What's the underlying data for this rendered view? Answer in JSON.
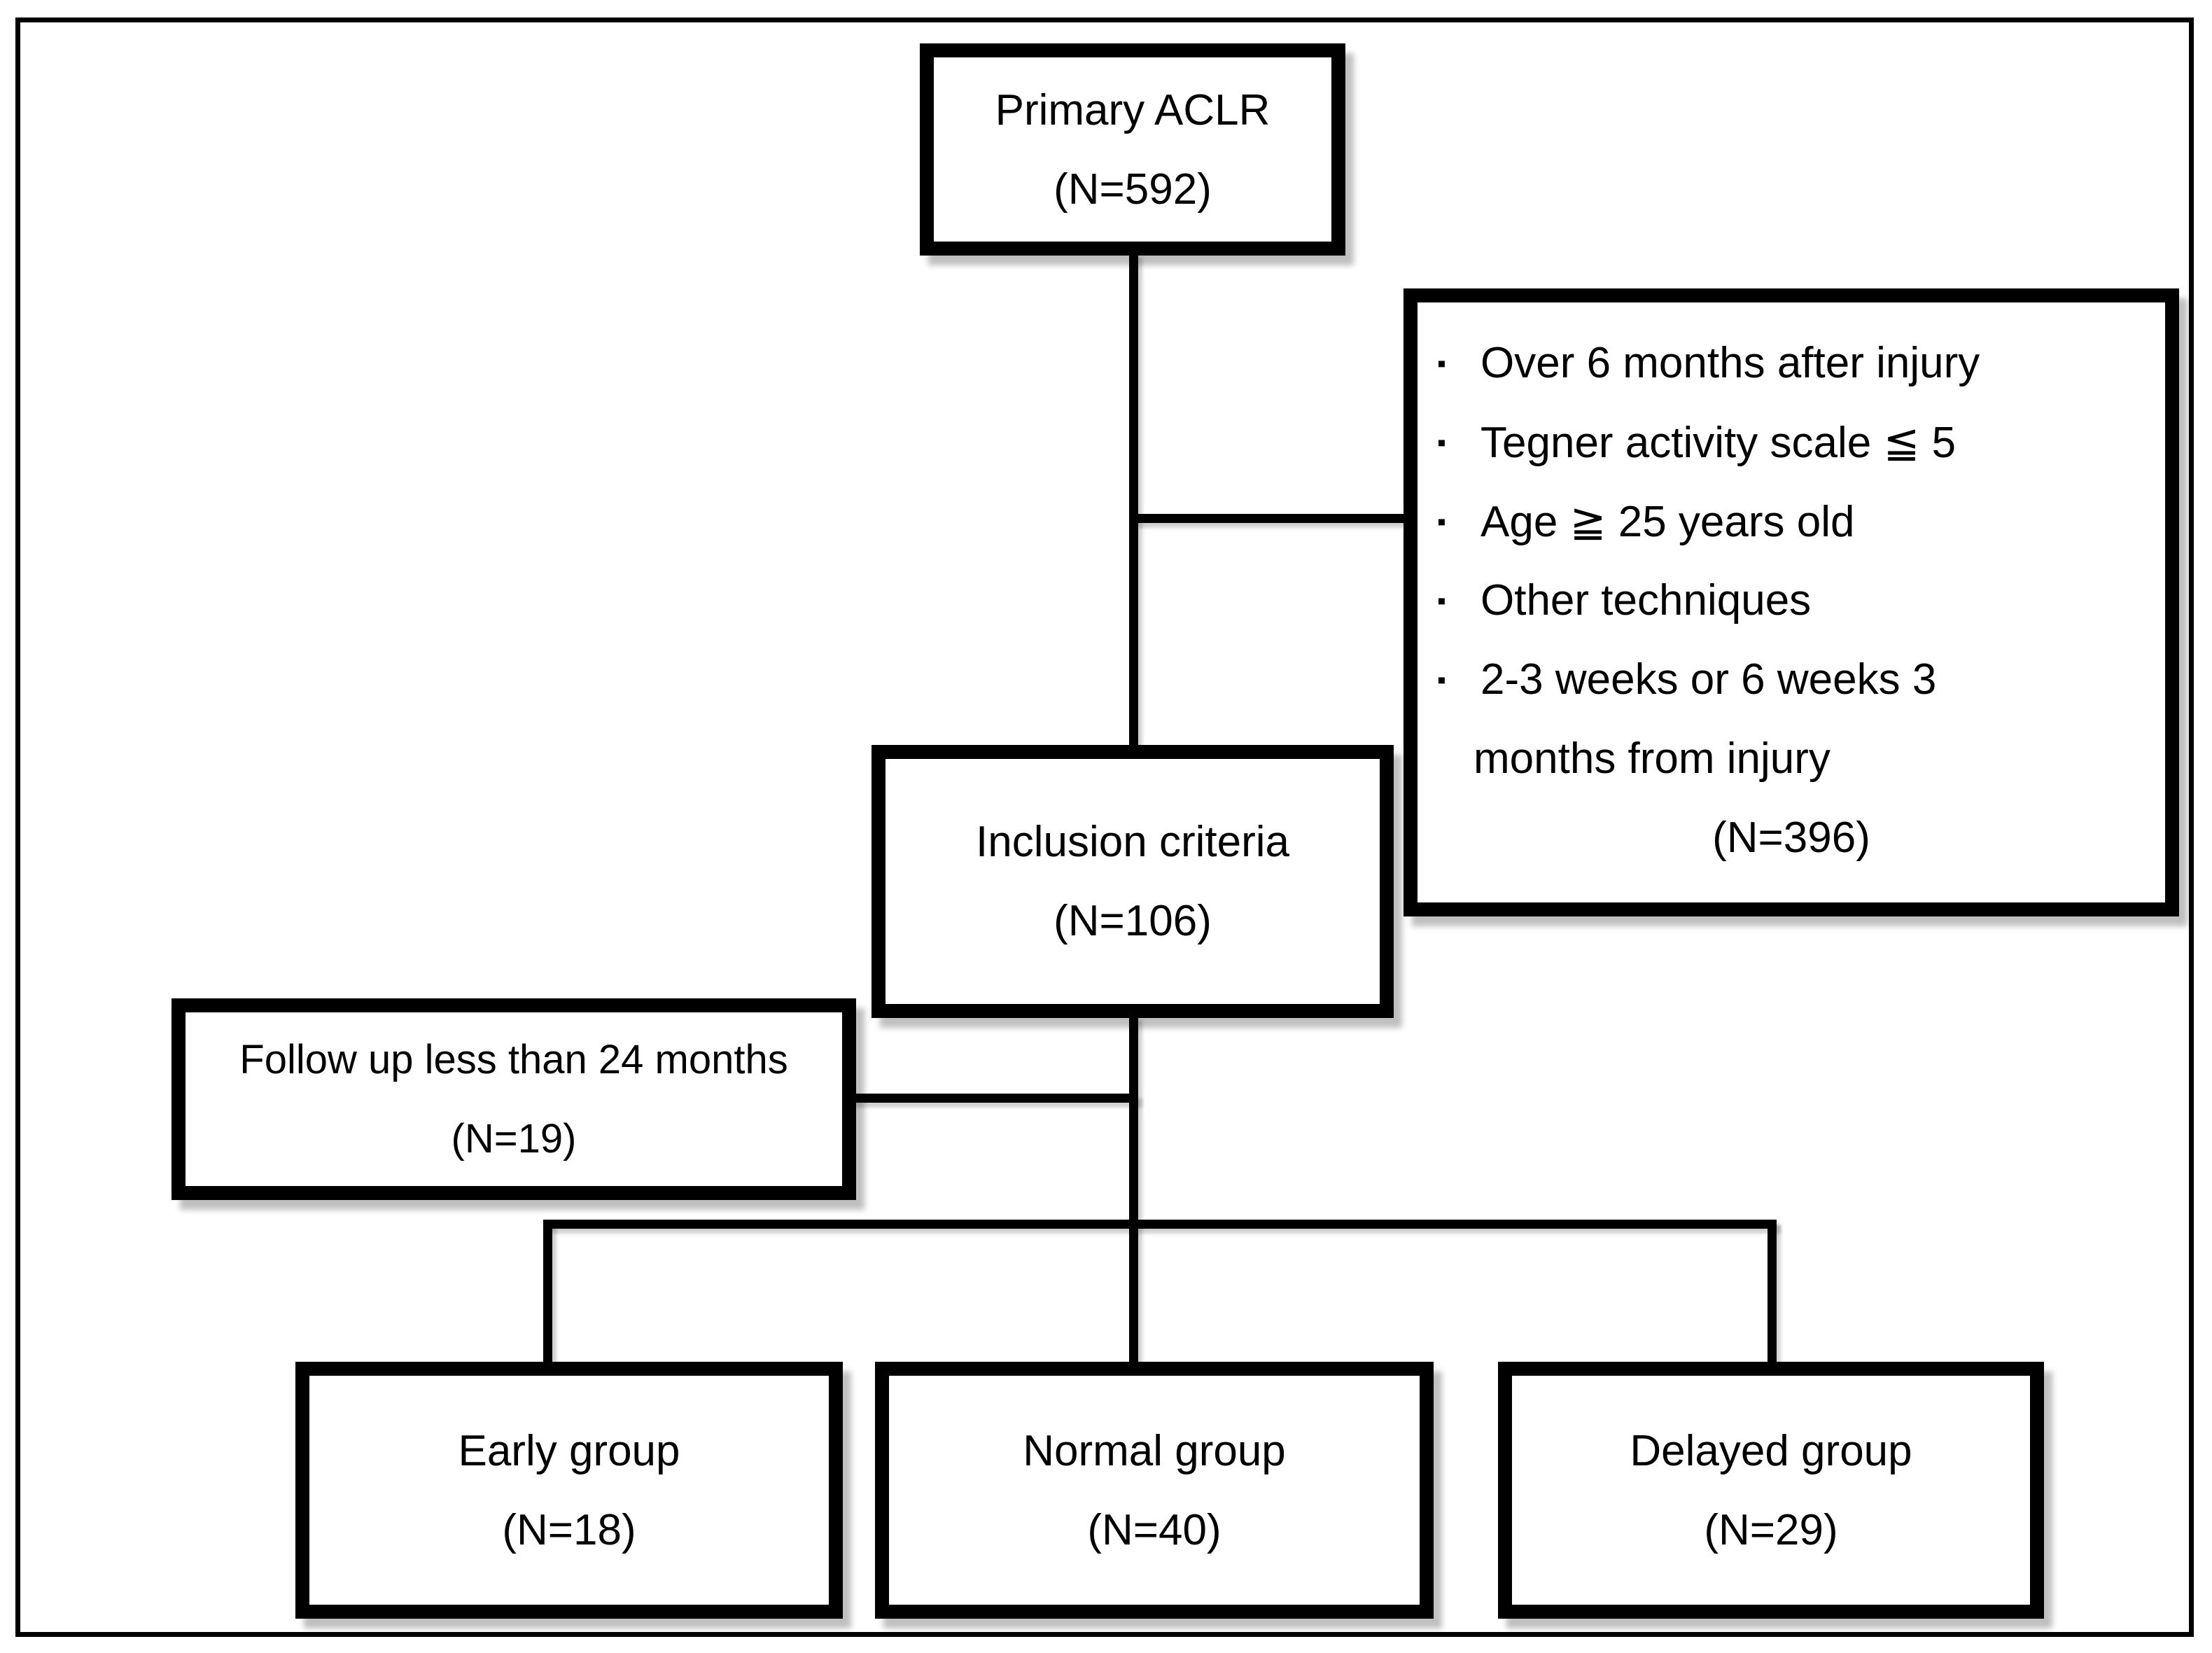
{
  "figure": {
    "type": "study-flow-diagram",
    "background_color": "#ffffff",
    "line_color": "#000000"
  },
  "boxes": {
    "primary": {
      "name": "Primary ACLR",
      "n": "(N=592)"
    },
    "inclusion": {
      "name": "Inclusion criteria",
      "n": "(N=106)"
    },
    "followup": {
      "name": "Follow up less than 24 months",
      "n": "(N=19)"
    },
    "early": {
      "name": "Early group",
      "n": "(N=18)"
    },
    "normal": {
      "name": "Normal group",
      "n": "(N=40)"
    },
    "delayed": {
      "name": "Delayed group",
      "n": "(N=29)"
    },
    "exclusion": {
      "rows": [
        {
          "bullet": "▪",
          "text": "Over 6 months after injury"
        },
        {
          "bullet": "▪",
          "text": "Tegner activity scale ≦ 5"
        },
        {
          "bullet": "▪",
          "text": "Age ≧ 25 years old"
        },
        {
          "bullet": "▪",
          "text": "Other techniques"
        },
        {
          "bullet": "▪",
          "text": "2-3 weeks or 6 weeks 3"
        },
        {
          "bullet": "",
          "text": "months from injury"
        },
        {
          "bullet": "",
          "text": "(N=396)"
        }
      ]
    }
  }
}
